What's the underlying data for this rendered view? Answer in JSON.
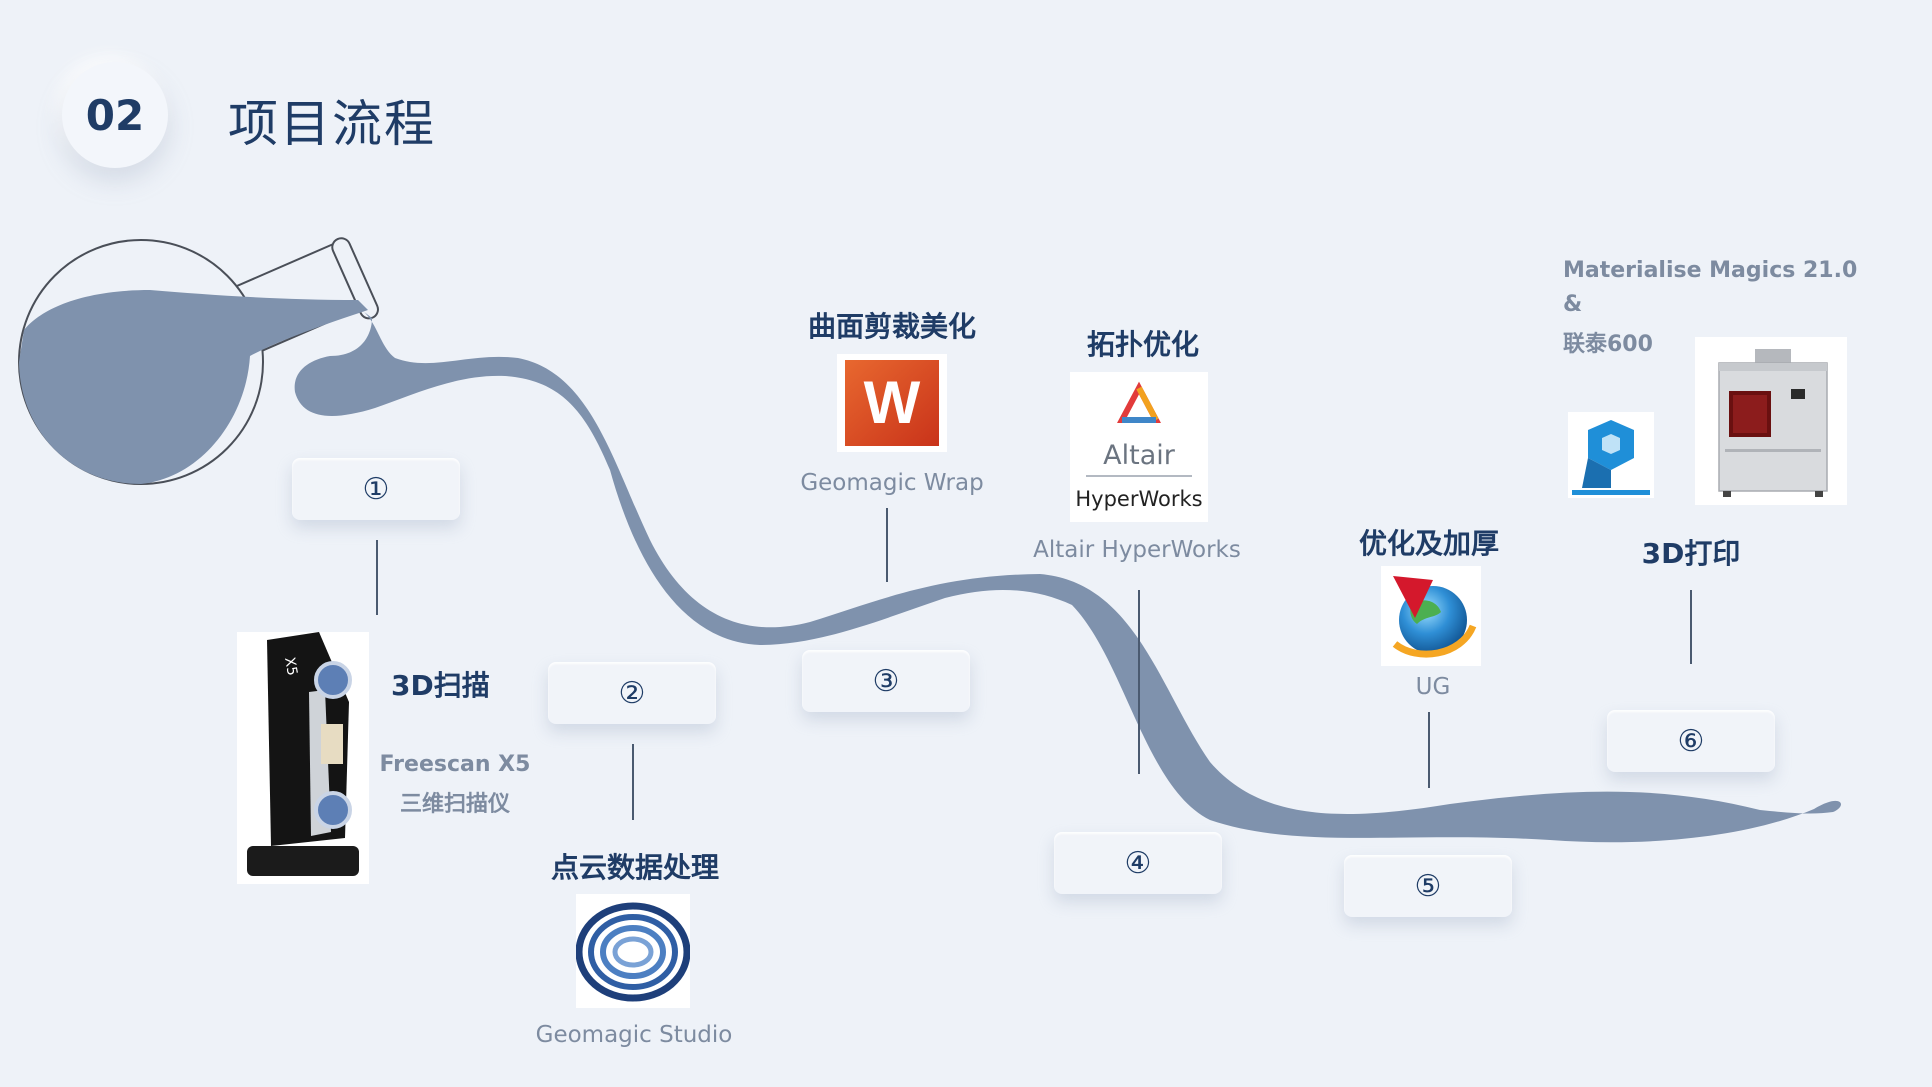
{
  "header": {
    "number": "02",
    "title": "项目流程"
  },
  "steps": [
    {
      "marker": "①",
      "title": "3D扫描",
      "line1": "Freescan X5",
      "line2": "三维扫描仪"
    },
    {
      "marker": "②",
      "title": "点云数据处理",
      "software": "Geomagic Studio"
    },
    {
      "marker": "③",
      "title": "曲面剪裁美化",
      "software": "Geomagic Wrap",
      "logo_letter": "W"
    },
    {
      "marker": "④",
      "title": "拓扑优化",
      "software": "Altair HyperWorks",
      "logo_top": "Altair",
      "logo_bottom": "HyperWorks"
    },
    {
      "marker": "⑤",
      "title": "优化及加厚",
      "software": "UG"
    },
    {
      "marker": "⑥",
      "title": "3D打印",
      "line1": "Materialise Magics 21.0",
      "line2": "&",
      "line3": "联泰600"
    }
  ],
  "device_label": "X5",
  "colors": {
    "flow": "#7f92ad",
    "accent": "#1f3c66",
    "muted": "#7d8ba0",
    "background": "#eef2f8"
  }
}
